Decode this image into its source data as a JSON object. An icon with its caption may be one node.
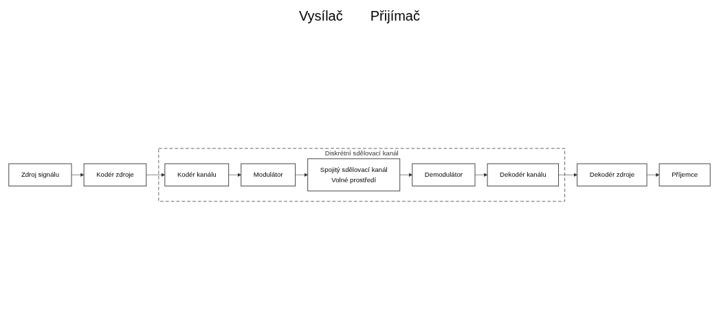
{
  "diagram": {
    "nodes": [
      {
        "text": [
          "Zdroj signálu"
        ]
      },
      {
        "text": [
          "Kodér zdroje"
        ]
      },
      {
        "text": [
          "Diskrétní sdělovací kanál"
        ]
      },
      {
        "text": [
          "Kodér kanálu"
        ],
        "in": 2
      },
      {
        "text": [
          "Modulátor"
        ],
        "in": 2
      },
      {
        "text": [
          "Spojitý sdělovací kanál",
          "Volné prostředí"
        ],
        "in": 2
      },
      {
        "text": [
          "Demodulátor"
        ],
        "in": 2
      },
      {
        "text": [
          "Dekodér kanálu"
        ],
        "in": 2
      },
      {
        "text": [
          "Dekodér zdroje"
        ]
      },
      {
        "text": [
          "Příjemce"
        ]
      }
    ],
    "edges": [
      {
        "from": 0,
        "to": 1,
        "arrow": "to"
      },
      {
        "from": 1,
        "to": 3,
        "arrow": "to"
      },
      {
        "from": 3,
        "to": 4,
        "arrow": "to"
      },
      {
        "from": 4,
        "to": 5,
        "arrow": "to"
      },
      {
        "from": 5,
        "to": 6,
        "arrow": "to"
      },
      {
        "from": 6,
        "to": 7,
        "arrow": "to"
      },
      {
        "from": 7,
        "to": 8,
        "arrow": "to"
      },
      {
        "from": 8,
        "to": 9,
        "arrow": "to"
      }
    ],
    "labels": [
      "Vysílač",
      "Přijímač"
    ]
  }
}
